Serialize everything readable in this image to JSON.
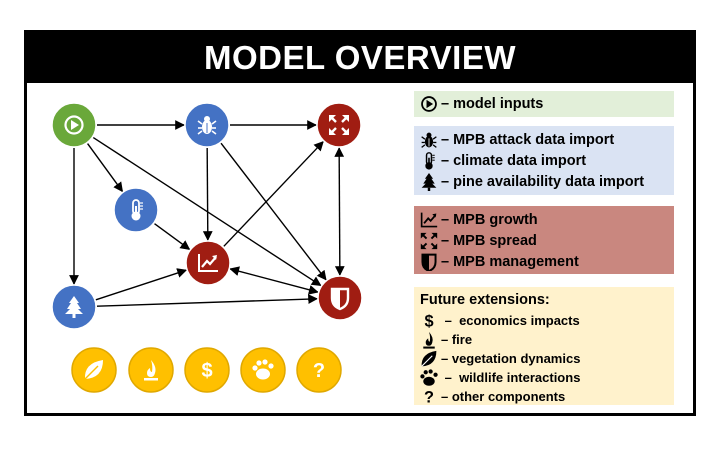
{
  "title": "MODEL OVERVIEW",
  "colors": {
    "green": "#6aa83a",
    "blue": "#4472c4",
    "red": "#a01d12",
    "yellow": "#ffc000",
    "inputs_bg": "#e2efd9",
    "import_bg": "#dae3f3",
    "growth_bg": "#c9877f",
    "future_bg": "#fff2cc"
  },
  "legend": {
    "inputs": {
      "icon": "play-icon",
      "label": "– model inputs"
    },
    "imports": [
      {
        "icon": "bug-icon",
        "label": "– MPB attack data import"
      },
      {
        "icon": "thermometer-icon",
        "label": "– climate data import"
      },
      {
        "icon": "pine-tree-icon",
        "label": "– pine availability data import"
      }
    ],
    "mpb": [
      {
        "icon": "growth-chart-icon",
        "label": "– MPB growth"
      },
      {
        "icon": "spread-arrows-icon",
        "label": "– MPB spread"
      },
      {
        "icon": "shield-icon",
        "label": "– MPB management"
      }
    ],
    "future_title": "Future extensions:",
    "future": [
      {
        "icon": "dollar-icon",
        "label": " –  economics impacts"
      },
      {
        "icon": "fire-icon",
        "label": "– fire"
      },
      {
        "icon": "leaf-icon",
        "label": "– vegetation dynamics"
      },
      {
        "icon": "paw-icon",
        "label": " –  wildlife interactions"
      },
      {
        "icon": "question-icon",
        "label": "– other components"
      }
    ]
  },
  "nodes": [
    {
      "id": "inputs",
      "icon": "play-icon",
      "color": "green"
    },
    {
      "id": "mpb-attack",
      "icon": "bug-icon",
      "color": "blue"
    },
    {
      "id": "mpb-spread",
      "icon": "spread-arrows-icon",
      "color": "red"
    },
    {
      "id": "climate",
      "icon": "thermometer-icon",
      "color": "blue"
    },
    {
      "id": "mpb-growth",
      "icon": "growth-chart-icon",
      "color": "red"
    },
    {
      "id": "pine",
      "icon": "pine-tree-icon",
      "color": "blue"
    },
    {
      "id": "mpb-management",
      "icon": "shield-icon",
      "color": "red"
    },
    {
      "id": "vegetation",
      "icon": "leaf-icon",
      "color": "yellow"
    },
    {
      "id": "fire",
      "icon": "fire-icon",
      "color": "yellow"
    },
    {
      "id": "economics",
      "icon": "dollar-icon",
      "color": "yellow"
    },
    {
      "id": "wildlife",
      "icon": "paw-icon",
      "color": "yellow"
    },
    {
      "id": "other",
      "icon": "question-icon",
      "color": "yellow"
    }
  ],
  "edges": [
    {
      "from": "inputs",
      "to": "mpb-attack",
      "bidirectional": false
    },
    {
      "from": "inputs",
      "to": "climate",
      "bidirectional": false
    },
    {
      "from": "inputs",
      "to": "pine",
      "bidirectional": false
    },
    {
      "from": "inputs",
      "to": "mpb-management",
      "bidirectional": false
    },
    {
      "from": "mpb-attack",
      "to": "mpb-spread",
      "bidirectional": false
    },
    {
      "from": "mpb-attack",
      "to": "mpb-growth",
      "bidirectional": false
    },
    {
      "from": "mpb-attack",
      "to": "mpb-management",
      "bidirectional": false
    },
    {
      "from": "climate",
      "to": "mpb-growth",
      "bidirectional": false
    },
    {
      "from": "pine",
      "to": "mpb-growth",
      "bidirectional": false
    },
    {
      "from": "pine",
      "to": "mpb-management",
      "bidirectional": false
    },
    {
      "from": "mpb-growth",
      "to": "mpb-spread",
      "bidirectional": false
    },
    {
      "from": "mpb-growth",
      "to": "mpb-management",
      "bidirectional": true
    },
    {
      "from": "mpb-spread",
      "to": "mpb-management",
      "bidirectional": true
    }
  ]
}
